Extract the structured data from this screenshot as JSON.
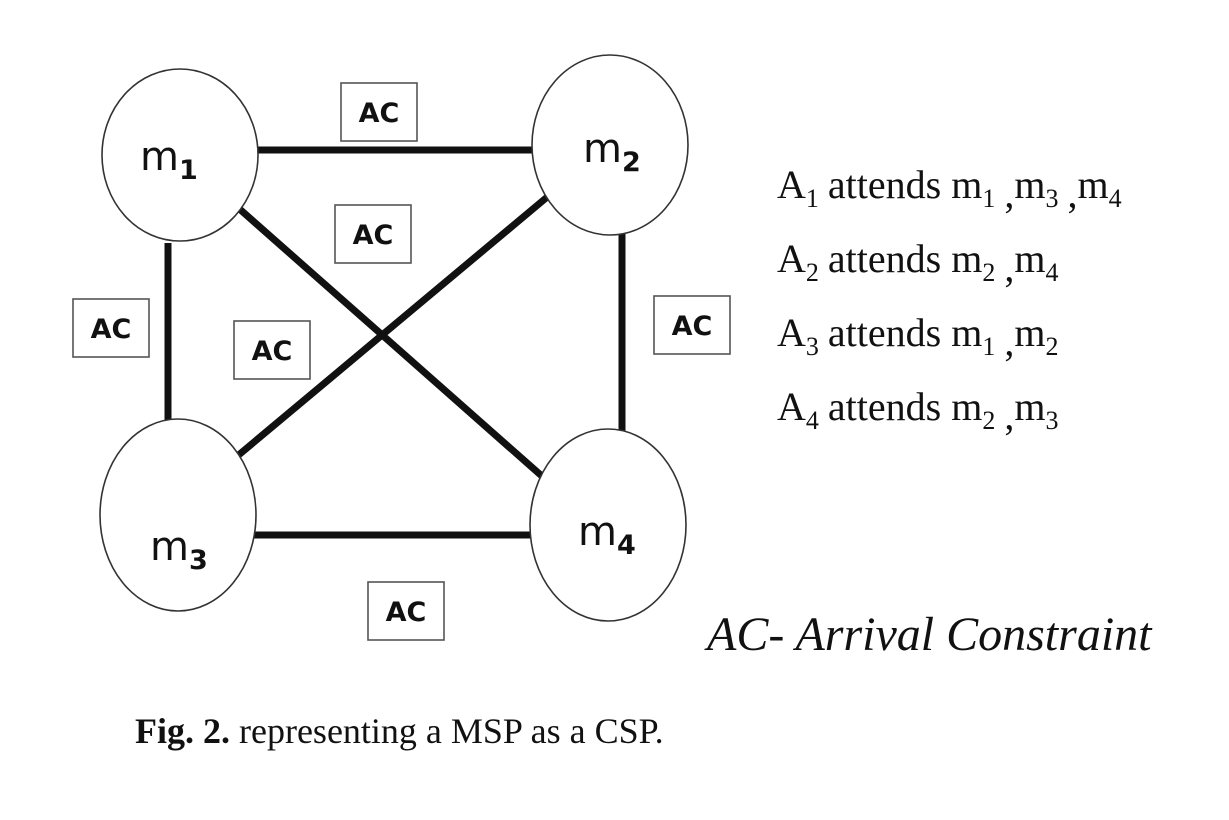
{
  "nodes": [
    {
      "id": "m1",
      "base": "m",
      "sub": "1"
    },
    {
      "id": "m2",
      "base": "m",
      "sub": "2"
    },
    {
      "id": "m3",
      "base": "m",
      "sub": "3"
    },
    {
      "id": "m4",
      "base": "m",
      "sub": "4"
    }
  ],
  "edges": [
    {
      "from": "m1",
      "to": "m2",
      "label": "AC"
    },
    {
      "from": "m1",
      "to": "m4",
      "label": "AC"
    },
    {
      "from": "m2",
      "to": "m3",
      "label": "AC"
    },
    {
      "from": "m1",
      "to": "m3",
      "label": "AC"
    },
    {
      "from": "m2",
      "to": "m4",
      "label": "AC"
    },
    {
      "from": "m3",
      "to": "m4",
      "label": "AC"
    }
  ],
  "attendance": [
    {
      "agent": "A",
      "agent_sub": "1",
      "verb": "attends",
      "meetings": [
        {
          "base": "m",
          "sub": "1"
        },
        {
          "base": "m",
          "sub": "3"
        },
        {
          "base": "m",
          "sub": "4"
        }
      ]
    },
    {
      "agent": "A",
      "agent_sub": "2",
      "verb": "attends",
      "meetings": [
        {
          "base": "m",
          "sub": "2"
        },
        {
          "base": "m",
          "sub": "4"
        }
      ]
    },
    {
      "agent": "A",
      "agent_sub": "3",
      "verb": "attends",
      "meetings": [
        {
          "base": "m",
          "sub": "1"
        },
        {
          "base": "m",
          "sub": "2"
        }
      ]
    },
    {
      "agent": "A",
      "agent_sub": "4",
      "verb": "attends",
      "meetings": [
        {
          "base": "m",
          "sub": "2"
        },
        {
          "base": "m",
          "sub": "3"
        }
      ]
    }
  ],
  "legend": "AC- Arrival Constraint",
  "caption": {
    "bold": "Fig. 2.",
    "text": " representing a MSP as a CSP."
  }
}
